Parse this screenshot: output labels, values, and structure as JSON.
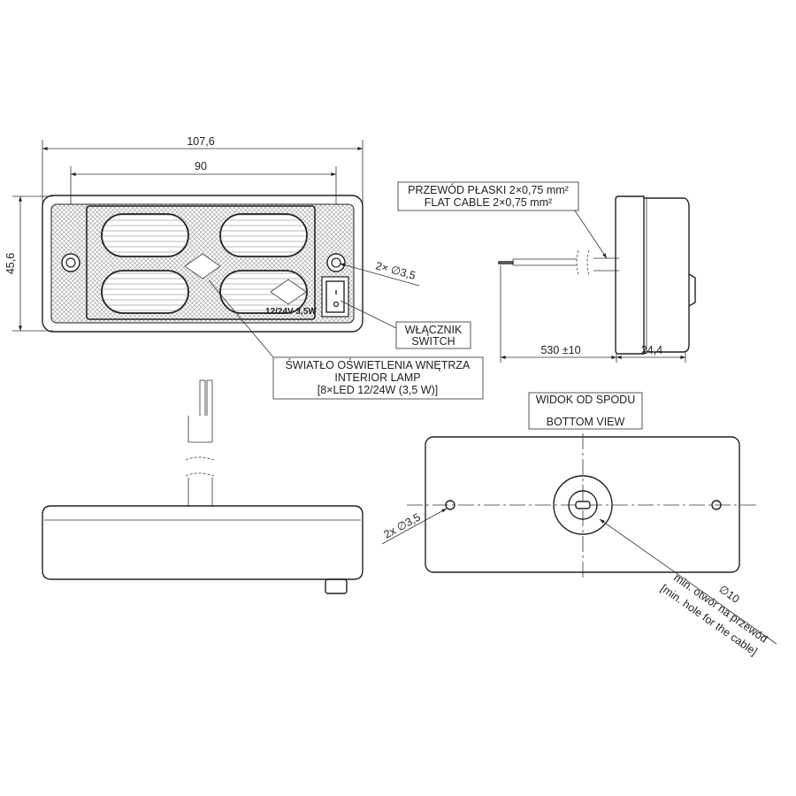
{
  "front_view": {
    "dim_overall_width": "107,6",
    "dim_hole_spacing": "90",
    "dim_height": "45,6",
    "hole_callout": "2× ∅3,5",
    "lens_marking": "12/24V 3,5W"
  },
  "labels": {
    "switch_pl": "WŁĄCZNIK",
    "switch_en": "SWITCH",
    "lamp_pl": "ŚWIATŁO OŚWIETLENIA WNĘTRZA",
    "lamp_en": "INTERIOR LAMP",
    "lamp_spec": "[8×LED 12/24W (3,5 W)]",
    "cable_pl": "PRZEWÓD PŁASKI 2×0,75 mm²",
    "cable_en": "FLAT CABLE 2×0,75 mm²"
  },
  "side_view": {
    "dim_cable_length": "530 ±10",
    "dim_depth": "24,4"
  },
  "bottom_view": {
    "title_pl": "WIDOK OD SPODU",
    "title_en": "BOTTOM VIEW",
    "hole_callout": "2x ∅3,5",
    "cable_hole_dia": "∅10",
    "cable_hole_pl": "min. otwór na przewód",
    "cable_hole_en": "[min. hole for the cable]"
  }
}
